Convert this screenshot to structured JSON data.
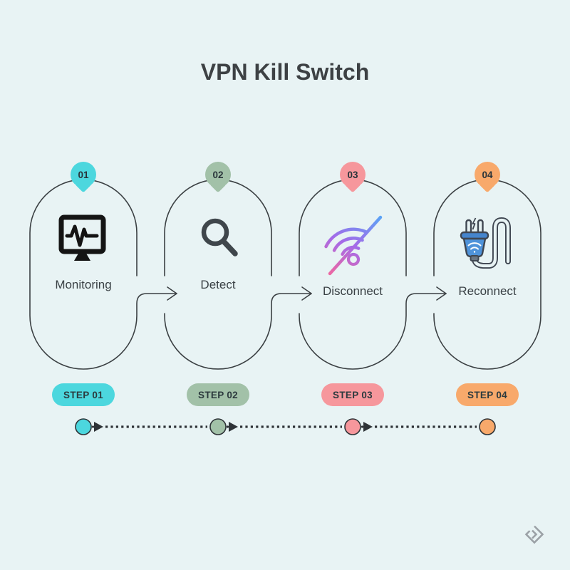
{
  "title": "VPN Kill Switch",
  "colors": {
    "background": "#e8f3f4",
    "outline_ink": "#3b4043",
    "teal": "#4cd7de",
    "sage_green": "#a2c1a8",
    "pink": "#f6979c",
    "orange": "#f8a96b"
  },
  "steps": [
    {
      "number": "01",
      "label": "Monitoring",
      "badge": "STEP 01",
      "color": "#4cd7de",
      "icon": "monitor-pulse-icon"
    },
    {
      "number": "02",
      "label": "Detect",
      "badge": "STEP 02",
      "color": "#a2c1a8",
      "icon": "magnifier-icon"
    },
    {
      "number": "03",
      "label": "Disconnect",
      "badge": "STEP 03",
      "color": "#f6979c",
      "icon": "wifi-off-icon"
    },
    {
      "number": "04",
      "label": "Reconnect",
      "badge": "STEP 04",
      "color": "#f8a96b",
      "icon": "power-plug-icon"
    }
  ],
  "footer": {
    "logo_icon": "diamond-brand-logo"
  }
}
